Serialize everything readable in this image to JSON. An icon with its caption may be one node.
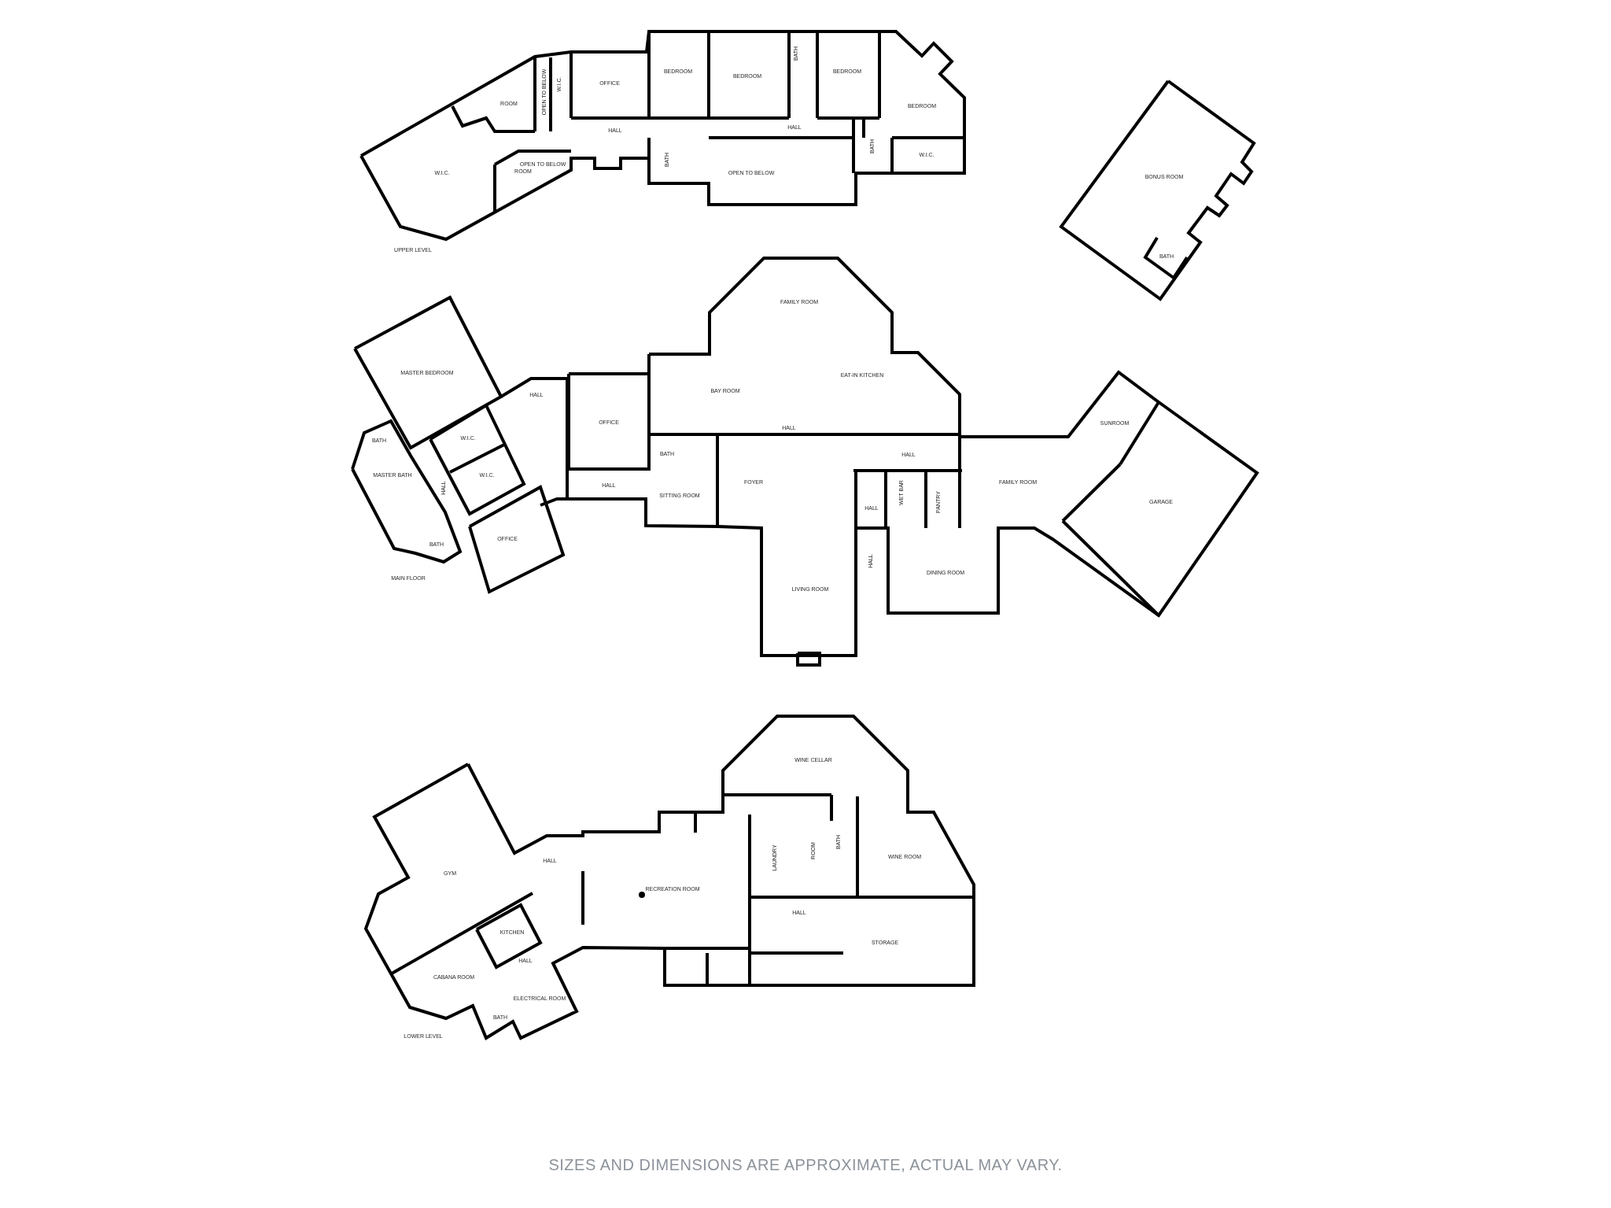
{
  "diagram": {
    "caption": "SIZES AND DIMENSIONS ARE APPROXIMATE, ACTUAL MAY VARY.",
    "labels": [
      "BEDROOM",
      "BATH",
      "BEDROOM",
      "BEDROOM",
      "OFFICE",
      "W.I.C.",
      "OPEN TO BELOW",
      "BEDROOM",
      "ROOM",
      "HALL",
      "HALL",
      "BATH",
      "OPEN TO BELOW",
      "BATH",
      "W.I.C.",
      "W.I.C.",
      "ROOM",
      "OPEN TO BELOW",
      "BONUS ROOM",
      "BATH",
      "UPPER LEVEL",
      "FAMILY ROOM",
      "MASTER BEDROOM",
      "EAT-IN KITCHEN",
      "BAY ROOM",
      "HALL",
      "OFFICE",
      "SUNROOM",
      "HALL",
      "BATH",
      "W.I.C.",
      "BATH",
      "HALL",
      "MASTER BATH",
      "W.I.C.",
      "FOYER",
      "FAMILY ROOM",
      "HALL",
      "SITTING ROOM",
      "WET BAR",
      "PANTRY",
      "HALL",
      "GARAGE",
      "HALL",
      "OFFICE",
      "BATH",
      "DINING ROOM",
      "HALL",
      "LIVING ROOM",
      "MAIN FLOOR",
      "WINE CELLAR",
      "BATH",
      "ROOM",
      "HALL",
      "LAUNDRY",
      "WINE ROOM",
      "GYM",
      "RECREATION ROOM",
      "HALL",
      "KITCHEN",
      "STORAGE",
      "HALL",
      "CABANA ROOM",
      "ELECTRICAL ROOM",
      "BATH",
      "LOWER LEVEL"
    ]
  }
}
